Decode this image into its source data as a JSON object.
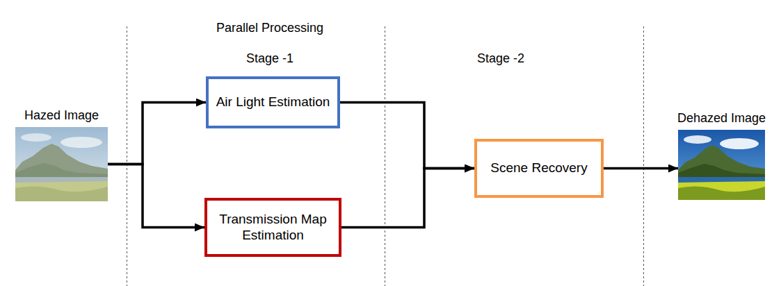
{
  "diagram": {
    "nodes": [
      {
        "text": [
          "Hazed Image"
        ]
      },
      {
        "text": [
          "Air Light Estimation"
        ]
      },
      {
        "text": [
          "Transmission Map Estimation"
        ]
      },
      {
        "text": [
          "Scene Recovery"
        ]
      },
      {
        "text": [
          "Dehazed Image"
        ]
      }
    ],
    "edges": [
      {
        "from": 0,
        "to": 1,
        "arrow": "to"
      },
      {
        "from": 0,
        "to": 2,
        "arrow": "to"
      },
      {
        "from": 1,
        "to": 3,
        "arrow": "to"
      },
      {
        "from": 2,
        "to": 3,
        "arrow": "to"
      },
      {
        "from": 3,
        "to": 4,
        "arrow": "to"
      }
    ],
    "labels": [
      "Parallel Processing",
      "Stage -1",
      "Stage -2"
    ]
  }
}
